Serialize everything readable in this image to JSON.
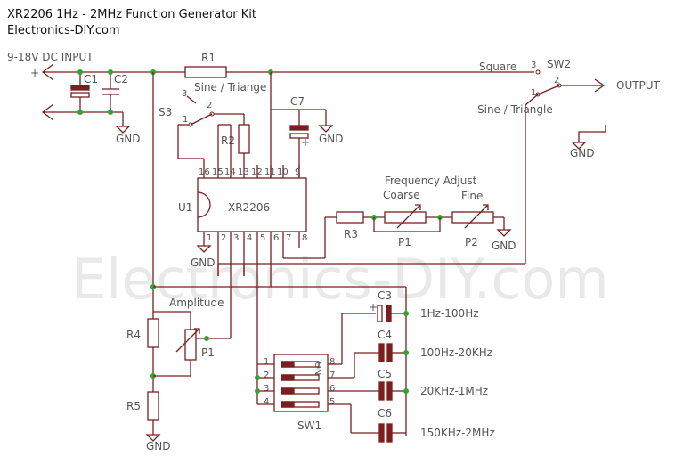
{
  "header": {
    "title": "XR2206 1Hz - 2MHz Function Generator Kit",
    "site": "Electronics-DIY.com"
  },
  "watermark": "Electronics-DIY.com",
  "labels": {
    "dc_input": "9-18V DC INPUT",
    "plus": "+",
    "c1": "C1",
    "c2": "C2",
    "gnd": "GND",
    "r1": "R1",
    "r1_note": "Sine / Triange",
    "s3": "S3",
    "r2": "R2",
    "c7": "C7",
    "u1": "U1",
    "chip": "XR2206",
    "sw2": "SW2",
    "square": "Square",
    "sine_triangle": "Sine / Triangle",
    "output": "OUTPUT",
    "freq_adjust": "Frequency Adjust",
    "coarse": "Coarse",
    "fine": "Fine",
    "r3": "R3",
    "p1": "P1",
    "p2": "P2",
    "amplitude": "Amplitude",
    "r4": "R4",
    "r5": "R5",
    "c3": "C3",
    "c4": "C4",
    "c5": "C5",
    "c6": "C6",
    "f1": "1Hz-100Hz",
    "f2": "100Hz-20KHz",
    "f3": "20KHz-1MHz",
    "f4": "150KHz-2MHz",
    "sw1": "SW1",
    "on": "ON"
  },
  "pins": {
    "top": [
      "16",
      "15",
      "14",
      "13",
      "12",
      "11",
      "10",
      "9"
    ],
    "bottom": [
      "1",
      "2",
      "3",
      "4",
      "5",
      "6",
      "7",
      "8"
    ],
    "sw1_left": [
      "1",
      "2",
      "3",
      "4"
    ],
    "sw1_right": [
      "8",
      "7",
      "6",
      "5"
    ],
    "switch": [
      "3",
      "2",
      "1"
    ]
  }
}
